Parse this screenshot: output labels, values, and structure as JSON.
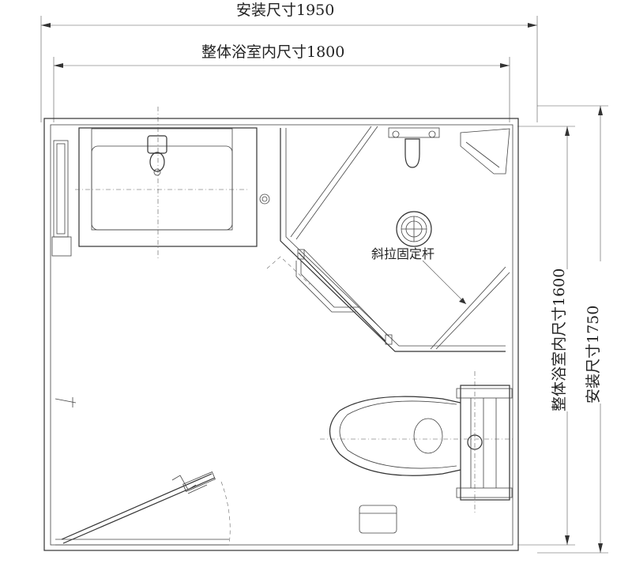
{
  "dimensions": {
    "install_width": "安装尺寸1950",
    "interior_width": "整体浴室内尺寸1800",
    "interior_height": "整体浴室内尺寸1600",
    "install_height": "安装尺寸1750"
  },
  "labels": {
    "diagonal_rod": "斜拉固定杆"
  }
}
